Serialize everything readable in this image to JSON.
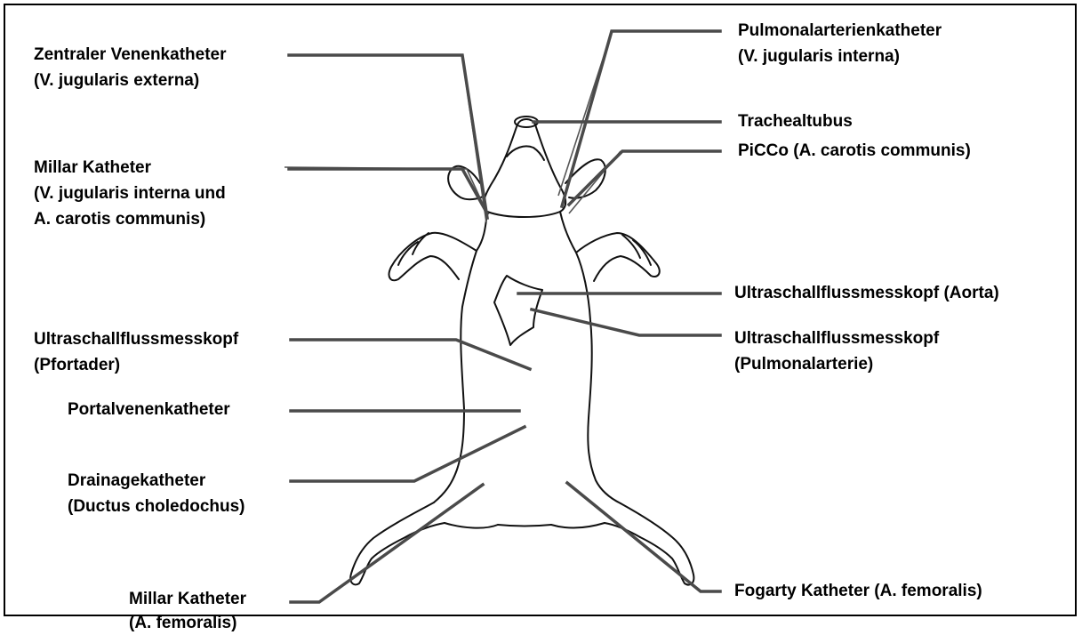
{
  "labels": {
    "zvk": {
      "line1": "Zentraler Venenkatheter",
      "line2": "(V. jugularis externa)"
    },
    "millar_top": {
      "line1": "Millar Katheter",
      "line2": "(V. jugularis interna und",
      "line3": "A. carotis communis)"
    },
    "us_pfortader": {
      "line1": "Ultraschallflussmesskopf",
      "line2": "(Pfortader)"
    },
    "portal": {
      "line1": "Portalvenenkatheter"
    },
    "drainage": {
      "line1": "Drainagekatheter",
      "line2": "(Ductus choledochus)"
    },
    "millar_fem": {
      "line1": "Millar Katheter",
      "line2": "(A. femoralis)"
    },
    "pak": {
      "line1": "Pulmonalarterienkatheter",
      "line2": "(V. jugularis interna)"
    },
    "tracheal": {
      "line1": "Trachealtubus"
    },
    "picco": {
      "line1": "PiCCo (A. carotis communis)"
    },
    "us_aorta": {
      "line1": "Ultraschallflussmesskopf (Aorta)"
    },
    "us_pulm": {
      "line1": "Ultraschallflussmesskopf",
      "line2": "(Pulmonalarterie)"
    },
    "fogarty": {
      "line1": "Fogarty Katheter (A. femoralis)"
    }
  }
}
